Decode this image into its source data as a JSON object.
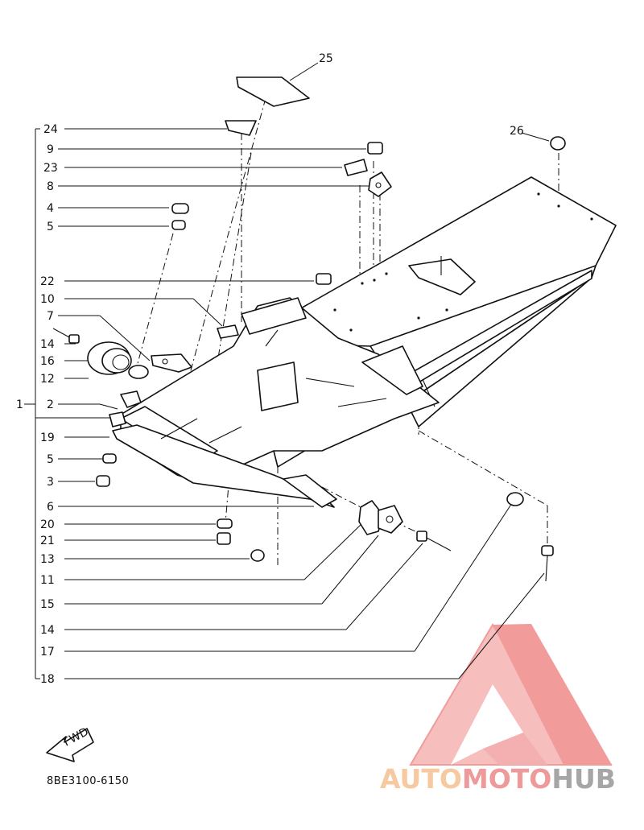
{
  "diagram": {
    "drawing_code": "8BE3100-6150",
    "direction_label": "FWD",
    "labels": {
      "l1": "1",
      "l2": "2",
      "l3": "3",
      "l4": "4",
      "l5a": "5",
      "l5b": "5",
      "l6": "6",
      "l7": "7",
      "l8": "8",
      "l9": "9",
      "l10": "10",
      "l11": "11",
      "l12": "12",
      "l13": "13",
      "l14a": "14",
      "l14b": "14",
      "l15": "15",
      "l16": "16",
      "l17": "17",
      "l18": "18",
      "l19": "19",
      "l20": "20",
      "l21": "21",
      "l22": "22",
      "l23": "23",
      "l24": "24",
      "l25": "25",
      "l26": "26"
    }
  },
  "watermark": {
    "brand_part1": "AUTO",
    "brand_part2": "MOTO",
    "brand_part3": "HUB",
    "colors": {
      "auto": "#f6c9a0",
      "moto": "#ef9a9a",
      "hub": "#a6a6a6",
      "logo": "#f08080"
    }
  }
}
